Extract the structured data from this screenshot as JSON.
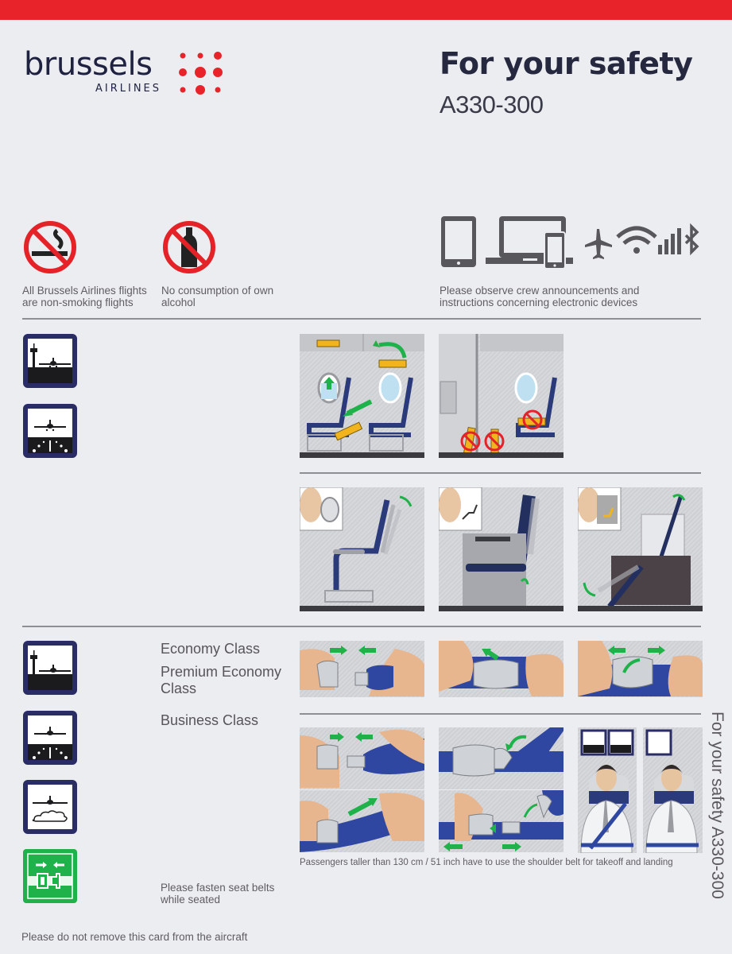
{
  "header": {
    "brand_name": "brussels",
    "brand_sub": "AIRLINES",
    "title": "For your safety",
    "aircraft": "A330-300",
    "colors": {
      "brand_red": "#e8232a",
      "navy": "#25283f",
      "phase_icon_border": "#2a2c66",
      "sign_green": "#1fb24a",
      "arrow_green": "#1fb24a"
    }
  },
  "prohibitions": [
    {
      "icon": "no-smoking-icon",
      "text_line1": "All Brussels Airlines flights",
      "text_line2": "are non-smoking flights"
    },
    {
      "icon": "no-alcohol-icon",
      "text_line1": "No consumption of own",
      "text_line2": "alcohol"
    }
  ],
  "electronics": {
    "icons": [
      "tablet-icon",
      "laptop-icon",
      "smartphone-icon",
      "airplane-mode-icon",
      "wifi-icon",
      "cellular-signal-icon",
      "bluetooth-icon"
    ],
    "text_line1": "Please observe crew announcements and",
    "text_line2": "instructions concerning electronic devices"
  },
  "section_baggage": {
    "phase_icons": [
      "takeoff-taxi-icon",
      "landing-approach-icon"
    ],
    "panels": [
      "stow-baggage-overhead-or-under-seat",
      "no-baggage-at-exits-or-on-seats"
    ]
  },
  "section_seats": {
    "panels": [
      "economy-seat-upright-button",
      "premium-economy-seat-upright-lever",
      "business-seat-upright-control"
    ]
  },
  "section_belts": {
    "phase_icons": [
      "takeoff-taxi-icon",
      "landing-approach-icon",
      "turbulence-cruise-icon"
    ],
    "classes": {
      "economy": "Economy Class",
      "premium_line1": "Premium Economy",
      "premium_line2": "Class",
      "business": "Business Class"
    },
    "lap_belt_panels": [
      "insert-buckle",
      "tighten-belt",
      "lift-to-release"
    ],
    "business_belt_panels": [
      "insert-buckle-business",
      "attach-shoulder-belt",
      "tighten-belt-business",
      "release-shoulder-belt",
      "shoulder-belt-takeoff-landing",
      "lap-belt-cruise"
    ],
    "shoulder_note": "Passengers taller than 130 cm / 51 inch have to use the shoulder belt for takeoff and landing",
    "sign_text_line1": "Please  fasten seat belts",
    "sign_text_line2": "while seated"
  },
  "footer": {
    "note": "Please  do not remove this card from the aircraft",
    "side_label": "For your safety  A330-300"
  }
}
